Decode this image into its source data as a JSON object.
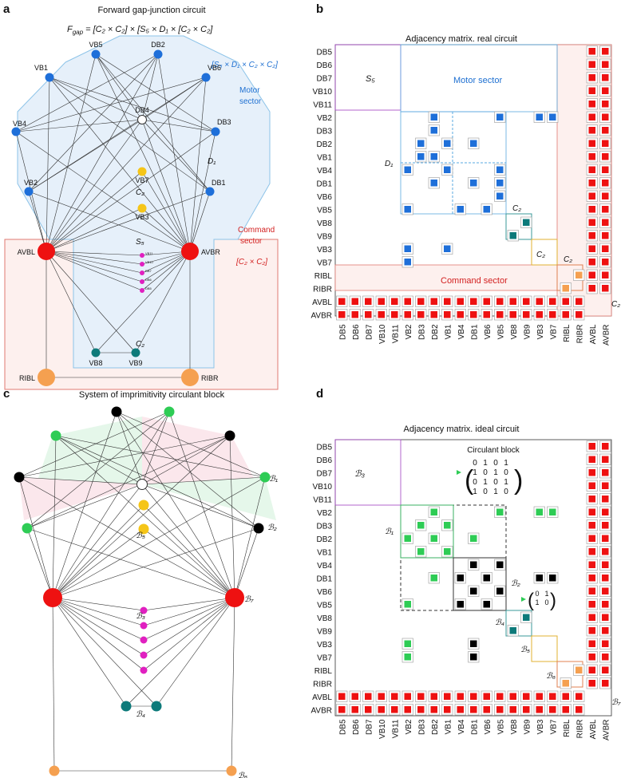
{
  "panels": [
    "a",
    "b",
    "c",
    "d"
  ],
  "a": {
    "title": "Forward gap-junction circuit",
    "formula_lhs": "F",
    "formula_sub": "gap",
    "formula_rhs": " = [C₂ × C₂] × [S₅ × D₁ × [C₂ × C₂]",
    "motor_formula": "[S₅ × D₁ × C₂ × C₂]",
    "motor_label": [
      "Motor",
      "sector"
    ],
    "command_label": [
      "Command",
      "sector"
    ],
    "command_formula": "[C₂ × C₂]",
    "small_labels": {
      "D1": "D₁",
      "C2_top": "C₂",
      "S5": "S₅",
      "C2_bottom": "C₂"
    },
    "nodes": [
      "VB5",
      "DB2",
      "VB1",
      "VB6",
      "DB4",
      "VB4",
      "DB3",
      "VB7",
      "VB2",
      "DB1",
      "VB3",
      "AVBL",
      "AVBR",
      "VB8",
      "VB9",
      "RIBL",
      "RIBR"
    ],
    "tiny_nodes": [
      "VB11",
      "VB10",
      "DB7",
      "DB6",
      "DB5"
    ]
  },
  "b": {
    "title": "Adjacency matrix. real circuit",
    "rows": [
      "DB5",
      "DB6",
      "DB7",
      "VB10",
      "VB11",
      "VB2",
      "DB3",
      "DB2",
      "VB1",
      "VB4",
      "DB1",
      "VB6",
      "VB5",
      "VB8",
      "VB9",
      "VB3",
      "VB7",
      "RIBL",
      "RIBR",
      "AVBL",
      "AVBR"
    ],
    "block_labels": {
      "S5": "S₅",
      "motor": "Motor sector",
      "D1": "D₁",
      "C2a": "C₂",
      "C2b": "C₂",
      "C2c": "C₂",
      "C2d": "C₂",
      "command": "Command sector"
    }
  },
  "c": {
    "title": "System of imprimitivity circulant block",
    "labels": {
      "B1": "ℬ₁",
      "B2": "ℬ₂",
      "B3": "ℬ₃",
      "B4": "ℬ₄",
      "B5": "ℬ₅",
      "B6": "ℬ₆",
      "B7": "ℬ₇"
    }
  },
  "d": {
    "title": "Adjacency matrix. ideal circuit",
    "circulant_label": "Circulant block",
    "circulant": [
      [
        "0",
        "1",
        "0",
        "1"
      ],
      [
        "1",
        "0",
        "1",
        "0"
      ],
      [
        "0",
        "1",
        "0",
        "1"
      ],
      [
        "1",
        "0",
        "1",
        "0"
      ]
    ],
    "small_matrix": [
      [
        "0",
        "1"
      ],
      [
        "1",
        "0"
      ]
    ],
    "block_labels": {
      "B1": "ℬ₁",
      "B2": "ℬ₂",
      "B3": "ℬ₃",
      "B4": "ℬ₄",
      "B5": "ℬ₅",
      "B6": "ℬ₆",
      "B7": "ℬ₇"
    }
  },
  "colors": {
    "motor_fill": "#e6f0fa",
    "motor_edge": "#8cc3e8",
    "command_fill": "#fdf0ee",
    "command_edge": "#e07a72",
    "blue": "#1e6fd9",
    "red": "#ee1111",
    "yellow": "#f5c518",
    "teal": "#0d7a7a",
    "orange": "#f5a050",
    "magenta": "#e020c0",
    "green": "#2ecc55",
    "black": "#000000"
  }
}
